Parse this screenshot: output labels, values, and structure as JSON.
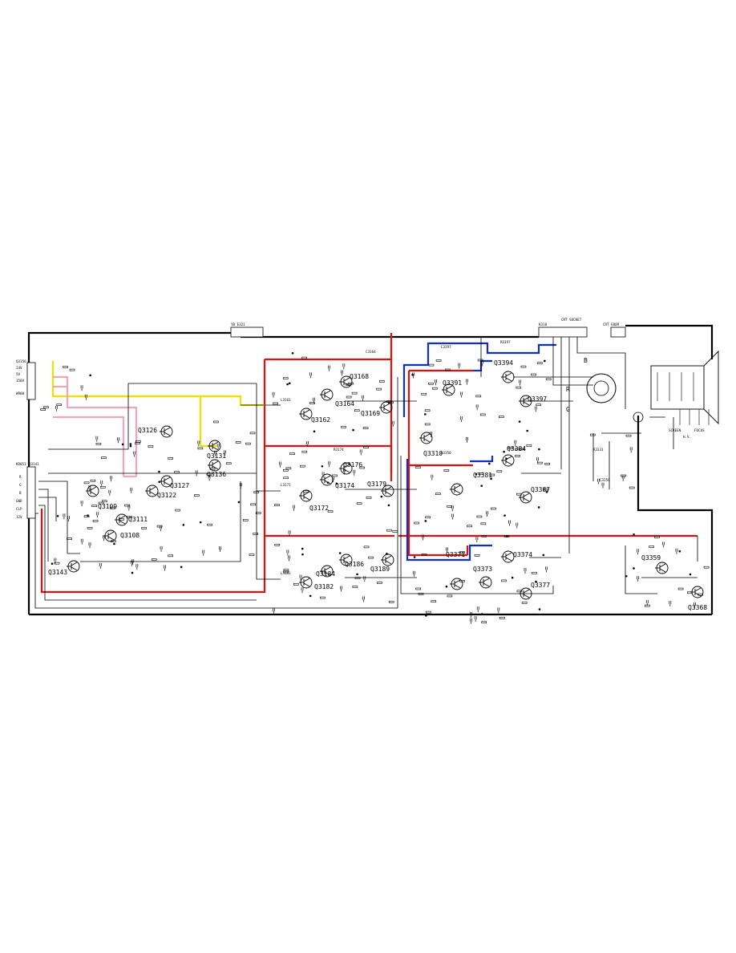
{
  "colors": {
    "frame": "#000000",
    "rail_red": "#e01010",
    "rail_blue": "#1030c0",
    "rail_yellow": "#f0e000",
    "rail_pink": "#f0a8b8"
  },
  "connectors": {
    "left_top": [
      "Q3156",
      "24V",
      "5V",
      "150V",
      "W900"
    ],
    "left_mid": [
      "KD051",
      "Q3141",
      "R",
      "G",
      "B",
      "GND",
      "CLP",
      "12V"
    ],
    "top_cn1": "YB E321",
    "top_cn2": "K310",
    "top_cn3": "CRT SOCKET",
    "right_cn": "CRT E809"
  },
  "crt_labels": {
    "r": "R",
    "g": "G",
    "b": "B",
    "screen": "SCREEN",
    "hv": "H.V.",
    "focus": "FOCUS"
  },
  "transistors": {
    "q3126": "Q3126",
    "q3127": "Q3127",
    "q3122": "Q3122",
    "q3131": "Q3131",
    "q3136": "Q3136",
    "q3109": "Q3109",
    "q3111": "Q3111",
    "q3108": "Q3108",
    "q3143": "Q3143",
    "q3162": "Q3162",
    "q3164": "Q3164",
    "q3168": "Q3168",
    "q3169": "Q3169",
    "q3172": "Q3172",
    "q3174": "Q3174",
    "q3176": "Q3176",
    "q3179": "Q3179",
    "q3182": "Q3182",
    "q3184": "Q3184",
    "q3186": "Q3186",
    "q3189": "Q3189",
    "q3310": "Q3310",
    "q3391": "Q3391",
    "q3394": "Q3394",
    "q3397": "Q3397",
    "q3381": "Q3381",
    "q3384": "Q3384",
    "q3387": "Q3387",
    "q3371": "Q3371",
    "q3373": "Q3373",
    "q3374": "Q3374",
    "q3377": "Q3377",
    "q3359": "Q3359",
    "q3368": "Q3368"
  },
  "small_labels": {
    "c3164": "C3164",
    "r3174": "R3174",
    "l3161": "L3161",
    "l3171": "L3171",
    "l3181": "L3181",
    "c3397": "C3397",
    "r3397": "R3397",
    "d3350": "D3350",
    "r3331": "R3331",
    "c3359": "C3359"
  }
}
